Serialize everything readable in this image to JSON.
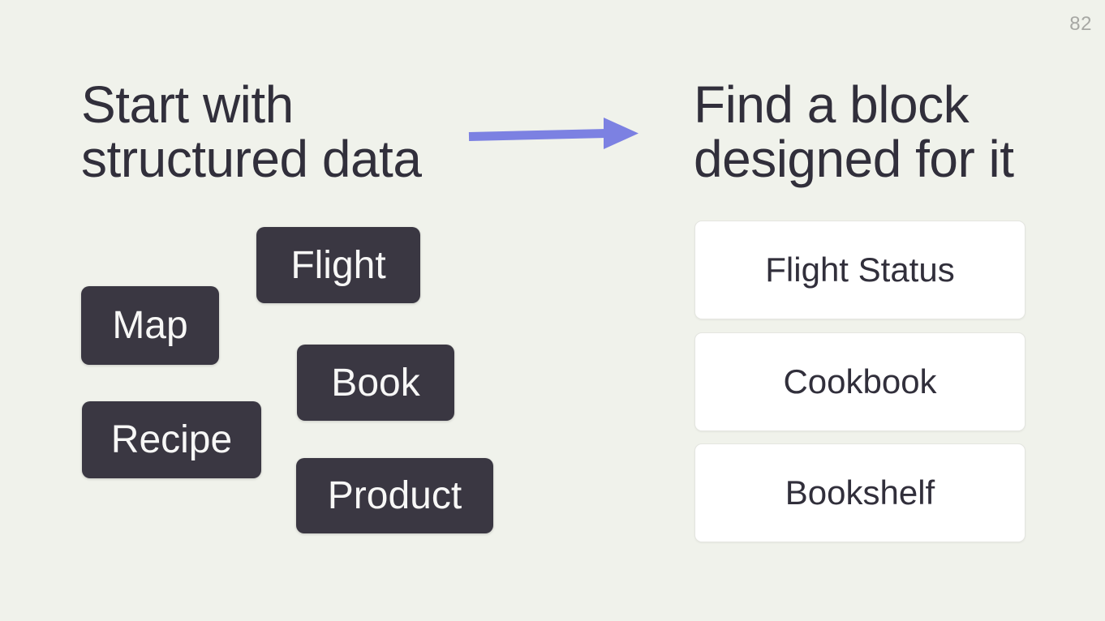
{
  "page": {
    "number": "82"
  },
  "left": {
    "heading_lines": [
      "Start with",
      "structured data"
    ],
    "tags": [
      {
        "label": "Flight"
      },
      {
        "label": "Map"
      },
      {
        "label": "Book"
      },
      {
        "label": "Recipe"
      },
      {
        "label": "Product"
      }
    ]
  },
  "arrow": {
    "direction": "right",
    "meaning": "maps structured data to a matching block"
  },
  "right": {
    "heading_lines": [
      "Find a block",
      "designed for it"
    ],
    "cards": [
      {
        "label": "Flight Status"
      },
      {
        "label": "Cookbook"
      },
      {
        "label": "Bookshelf"
      }
    ]
  },
  "colors": {
    "background": "#f0f2eb",
    "ink": "#312f3b",
    "tag_bg": "#3a3742",
    "tag_text": "#f7f7f6",
    "card_bg": "#ffffff",
    "card_border": "#e4e5e0",
    "arrow": "#7c81e2",
    "page_number": "#a7a8a4"
  }
}
